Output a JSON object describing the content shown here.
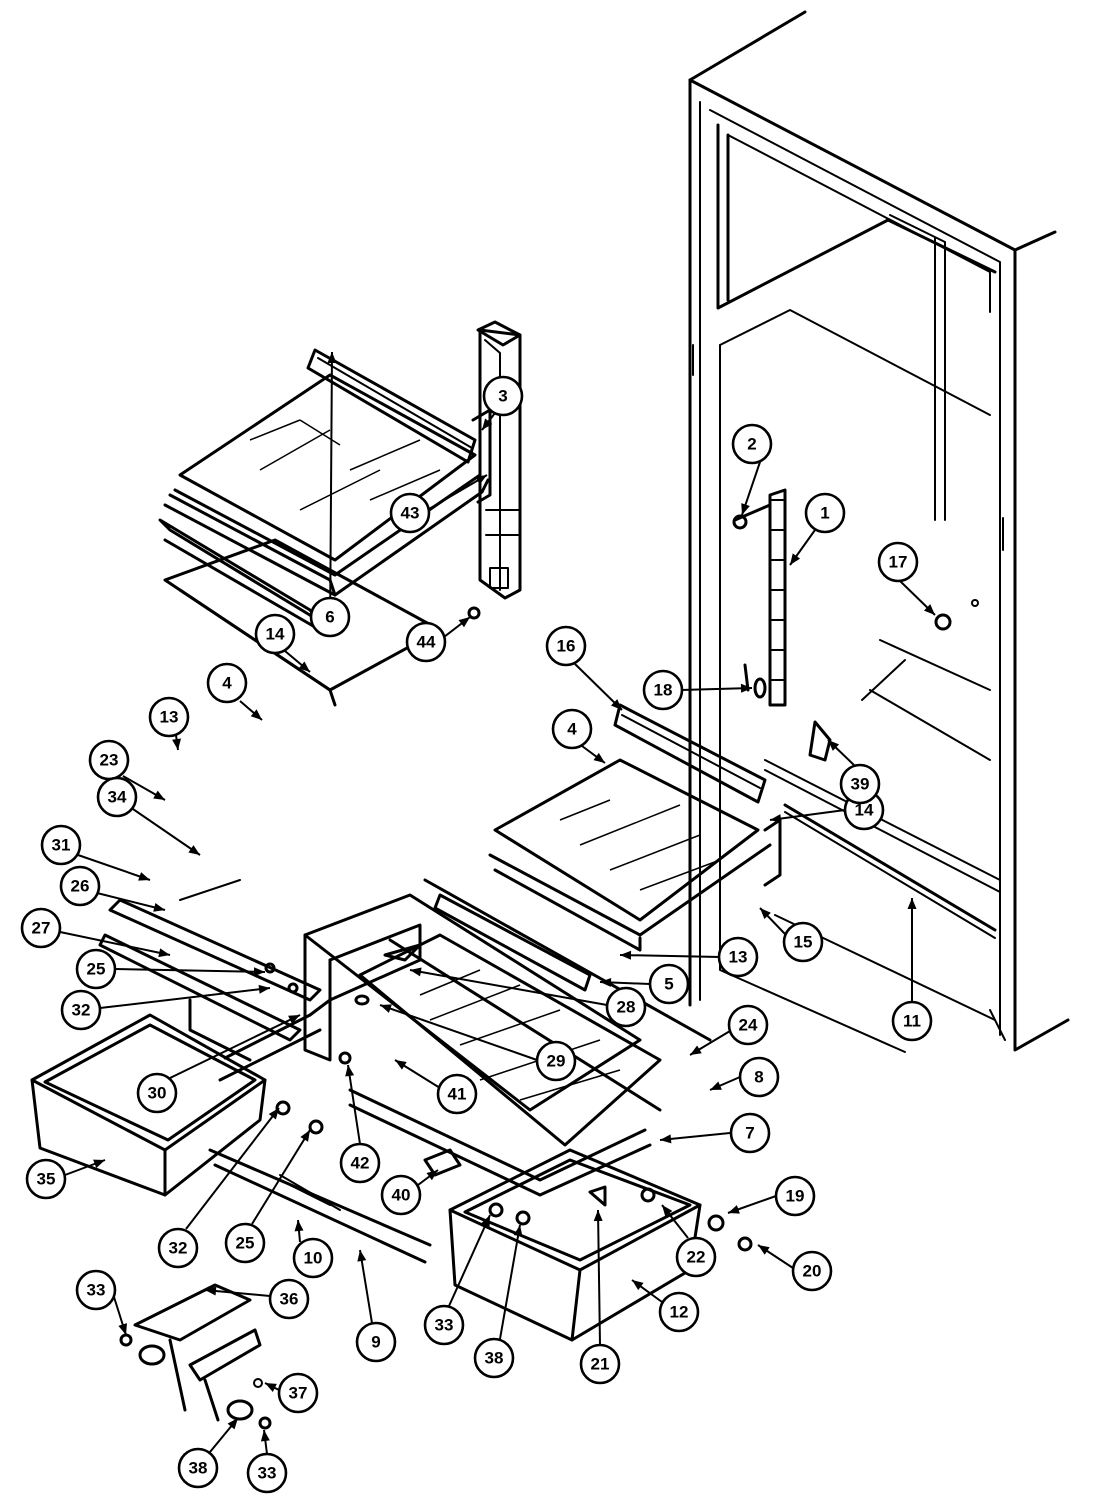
{
  "callouts": [
    {
      "label": "1"
    },
    {
      "label": "2"
    },
    {
      "label": "3"
    },
    {
      "label": "4"
    },
    {
      "label": "4"
    },
    {
      "label": "5"
    },
    {
      "label": "6"
    },
    {
      "label": "7"
    },
    {
      "label": "8"
    },
    {
      "label": "9"
    },
    {
      "label": "10"
    },
    {
      "label": "11"
    },
    {
      "label": "12"
    },
    {
      "label": "13"
    },
    {
      "label": "13"
    },
    {
      "label": "14"
    },
    {
      "label": "14"
    },
    {
      "label": "15"
    },
    {
      "label": "16"
    },
    {
      "label": "17"
    },
    {
      "label": "18"
    },
    {
      "label": "19"
    },
    {
      "label": "20"
    },
    {
      "label": "21"
    },
    {
      "label": "22"
    },
    {
      "label": "23"
    },
    {
      "label": "24"
    },
    {
      "label": "25"
    },
    {
      "label": "25"
    },
    {
      "label": "26"
    },
    {
      "label": "27"
    },
    {
      "label": "28"
    },
    {
      "label": "29"
    },
    {
      "label": "30"
    },
    {
      "label": "31"
    },
    {
      "label": "32"
    },
    {
      "label": "32"
    },
    {
      "label": "33"
    },
    {
      "label": "33"
    },
    {
      "label": "33"
    },
    {
      "label": "34"
    },
    {
      "label": "35"
    },
    {
      "label": "36"
    },
    {
      "label": "37"
    },
    {
      "label": "38"
    },
    {
      "label": "38"
    },
    {
      "label": "39"
    },
    {
      "label": "40"
    },
    {
      "label": "41"
    },
    {
      "label": "42"
    },
    {
      "label": "43"
    },
    {
      "label": "44"
    }
  ]
}
